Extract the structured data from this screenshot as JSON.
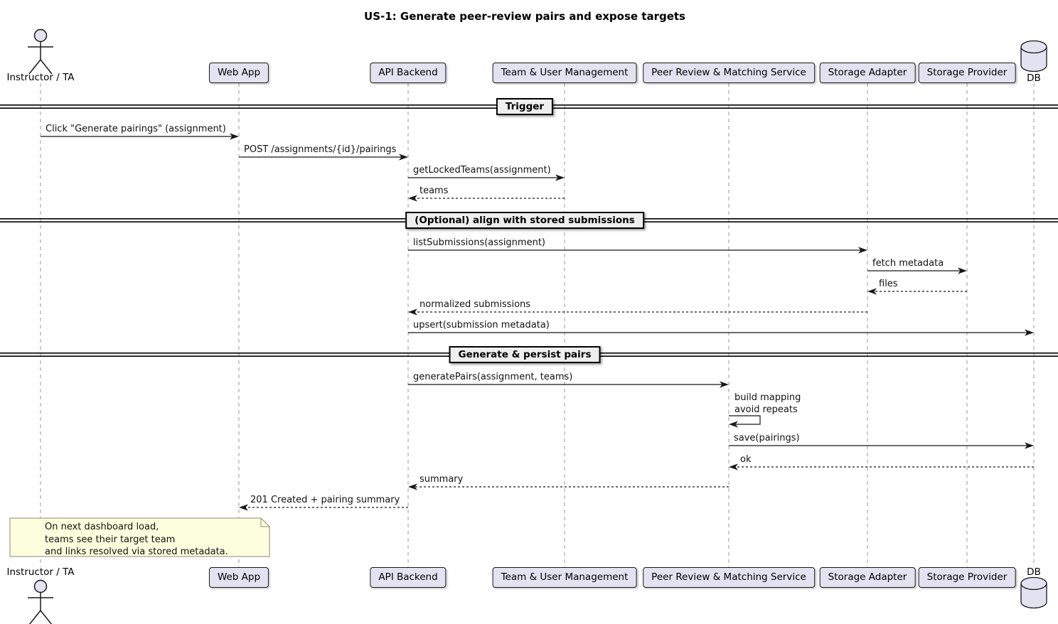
{
  "title": "US-1: Generate peer-review pairs and expose targets",
  "participants": [
    {
      "id": "instructor",
      "label": "Instructor / TA",
      "kind": "actor"
    },
    {
      "id": "webapp",
      "label": "Web App",
      "kind": "box"
    },
    {
      "id": "api",
      "label": "API Backend",
      "kind": "box"
    },
    {
      "id": "team",
      "label": "Team & User Management",
      "kind": "box"
    },
    {
      "id": "peer",
      "label": "Peer Review & Matching Service",
      "kind": "box"
    },
    {
      "id": "sadapter",
      "label": "Storage Adapter",
      "kind": "box"
    },
    {
      "id": "sprovider",
      "label": "Storage Provider",
      "kind": "box"
    },
    {
      "id": "db",
      "label": "DB",
      "kind": "database"
    }
  ],
  "events": [
    {
      "type": "divider",
      "label": "Trigger"
    },
    {
      "type": "message",
      "from": "instructor",
      "to": "webapp",
      "line": "solid",
      "text": "Click \"Generate pairings\" (assignment)"
    },
    {
      "type": "message",
      "from": "webapp",
      "to": "api",
      "line": "solid",
      "text": "POST /assignments/{id}/pairings"
    },
    {
      "type": "message",
      "from": "api",
      "to": "team",
      "line": "solid",
      "text": "getLockedTeams(assignment)"
    },
    {
      "type": "message",
      "from": "team",
      "to": "api",
      "line": "dashed",
      "text": "teams"
    },
    {
      "type": "divider",
      "label": "(Optional) align with stored submissions"
    },
    {
      "type": "message",
      "from": "api",
      "to": "sadapter",
      "line": "solid",
      "text": "listSubmissions(assignment)"
    },
    {
      "type": "message",
      "from": "sadapter",
      "to": "sprovider",
      "line": "solid",
      "text": "fetch metadata"
    },
    {
      "type": "message",
      "from": "sprovider",
      "to": "sadapter",
      "line": "dashed",
      "text": "files"
    },
    {
      "type": "message",
      "from": "sadapter",
      "to": "api",
      "line": "dashed",
      "text": "normalized submissions"
    },
    {
      "type": "message",
      "from": "api",
      "to": "db",
      "line": "solid",
      "text": "upsert(submission metadata)"
    },
    {
      "type": "divider",
      "label": "Generate & persist pairs"
    },
    {
      "type": "message",
      "from": "api",
      "to": "peer",
      "line": "solid",
      "text": "generatePairs(assignment, teams)"
    },
    {
      "type": "self",
      "on": "peer",
      "lines": [
        "build mapping",
        "avoid repeats"
      ]
    },
    {
      "type": "message",
      "from": "peer",
      "to": "db",
      "line": "solid",
      "text": "save(pairings)"
    },
    {
      "type": "message",
      "from": "db",
      "to": "peer",
      "line": "dashed",
      "text": "ok"
    },
    {
      "type": "message",
      "from": "peer",
      "to": "api",
      "line": "dashed",
      "text": "summary"
    },
    {
      "type": "message",
      "from": "api",
      "to": "webapp",
      "line": "dashed",
      "text": "201 Created + pairing summary"
    }
  ],
  "note": {
    "lines": [
      "On next dashboard load,",
      "teams see their target team",
      "and links resolved via stored metadata."
    ]
  },
  "colors": {
    "participant_fill": "#E2E2F0",
    "participant_border": "#181818",
    "divider_fill": "#EEEEEE",
    "note_fill": "#FEFFDD",
    "note_border": "#8A8A7A",
    "lifeline": "#999999",
    "arrow": "#181818"
  }
}
